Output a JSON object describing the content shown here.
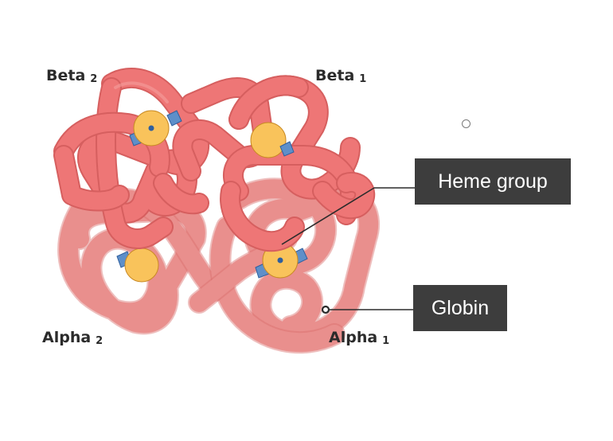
{
  "labels": {
    "beta2": {
      "name": "Beta",
      "index": "2"
    },
    "beta1": {
      "name": "Beta",
      "index": "1"
    },
    "alpha2": {
      "name": "Alpha",
      "index": "2"
    },
    "alpha1": {
      "name": "Alpha",
      "index": "1"
    }
  },
  "callouts": {
    "heme": "Heme group",
    "globin": "Globin"
  },
  "colors": {
    "globin": "#ec7b7b",
    "globin_light": "#e98f8d",
    "heme_disc": "#f9c35b",
    "iron": "#2f5f9e",
    "ligand": "#5e8fc9",
    "callout_bg": "#3d3d3d"
  }
}
